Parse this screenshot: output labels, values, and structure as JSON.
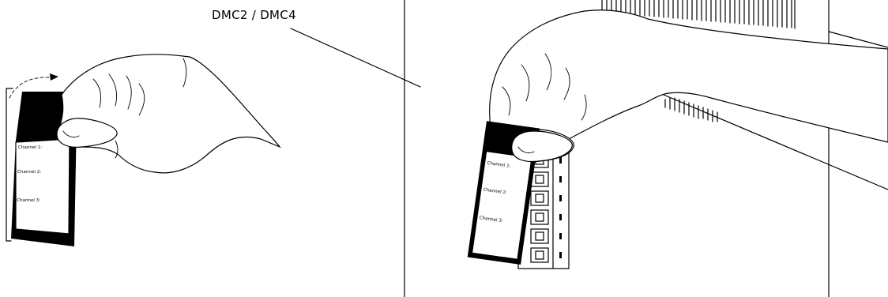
{
  "device_caption": "DMC2 / DMC4",
  "left_label": {
    "channels": [
      "Channel 1:",
      "Channel 2:",
      "Channel 3:"
    ]
  },
  "right_label": {
    "channels": [
      "Channel 1:",
      "Channel 2:",
      "Channel 3:"
    ]
  }
}
